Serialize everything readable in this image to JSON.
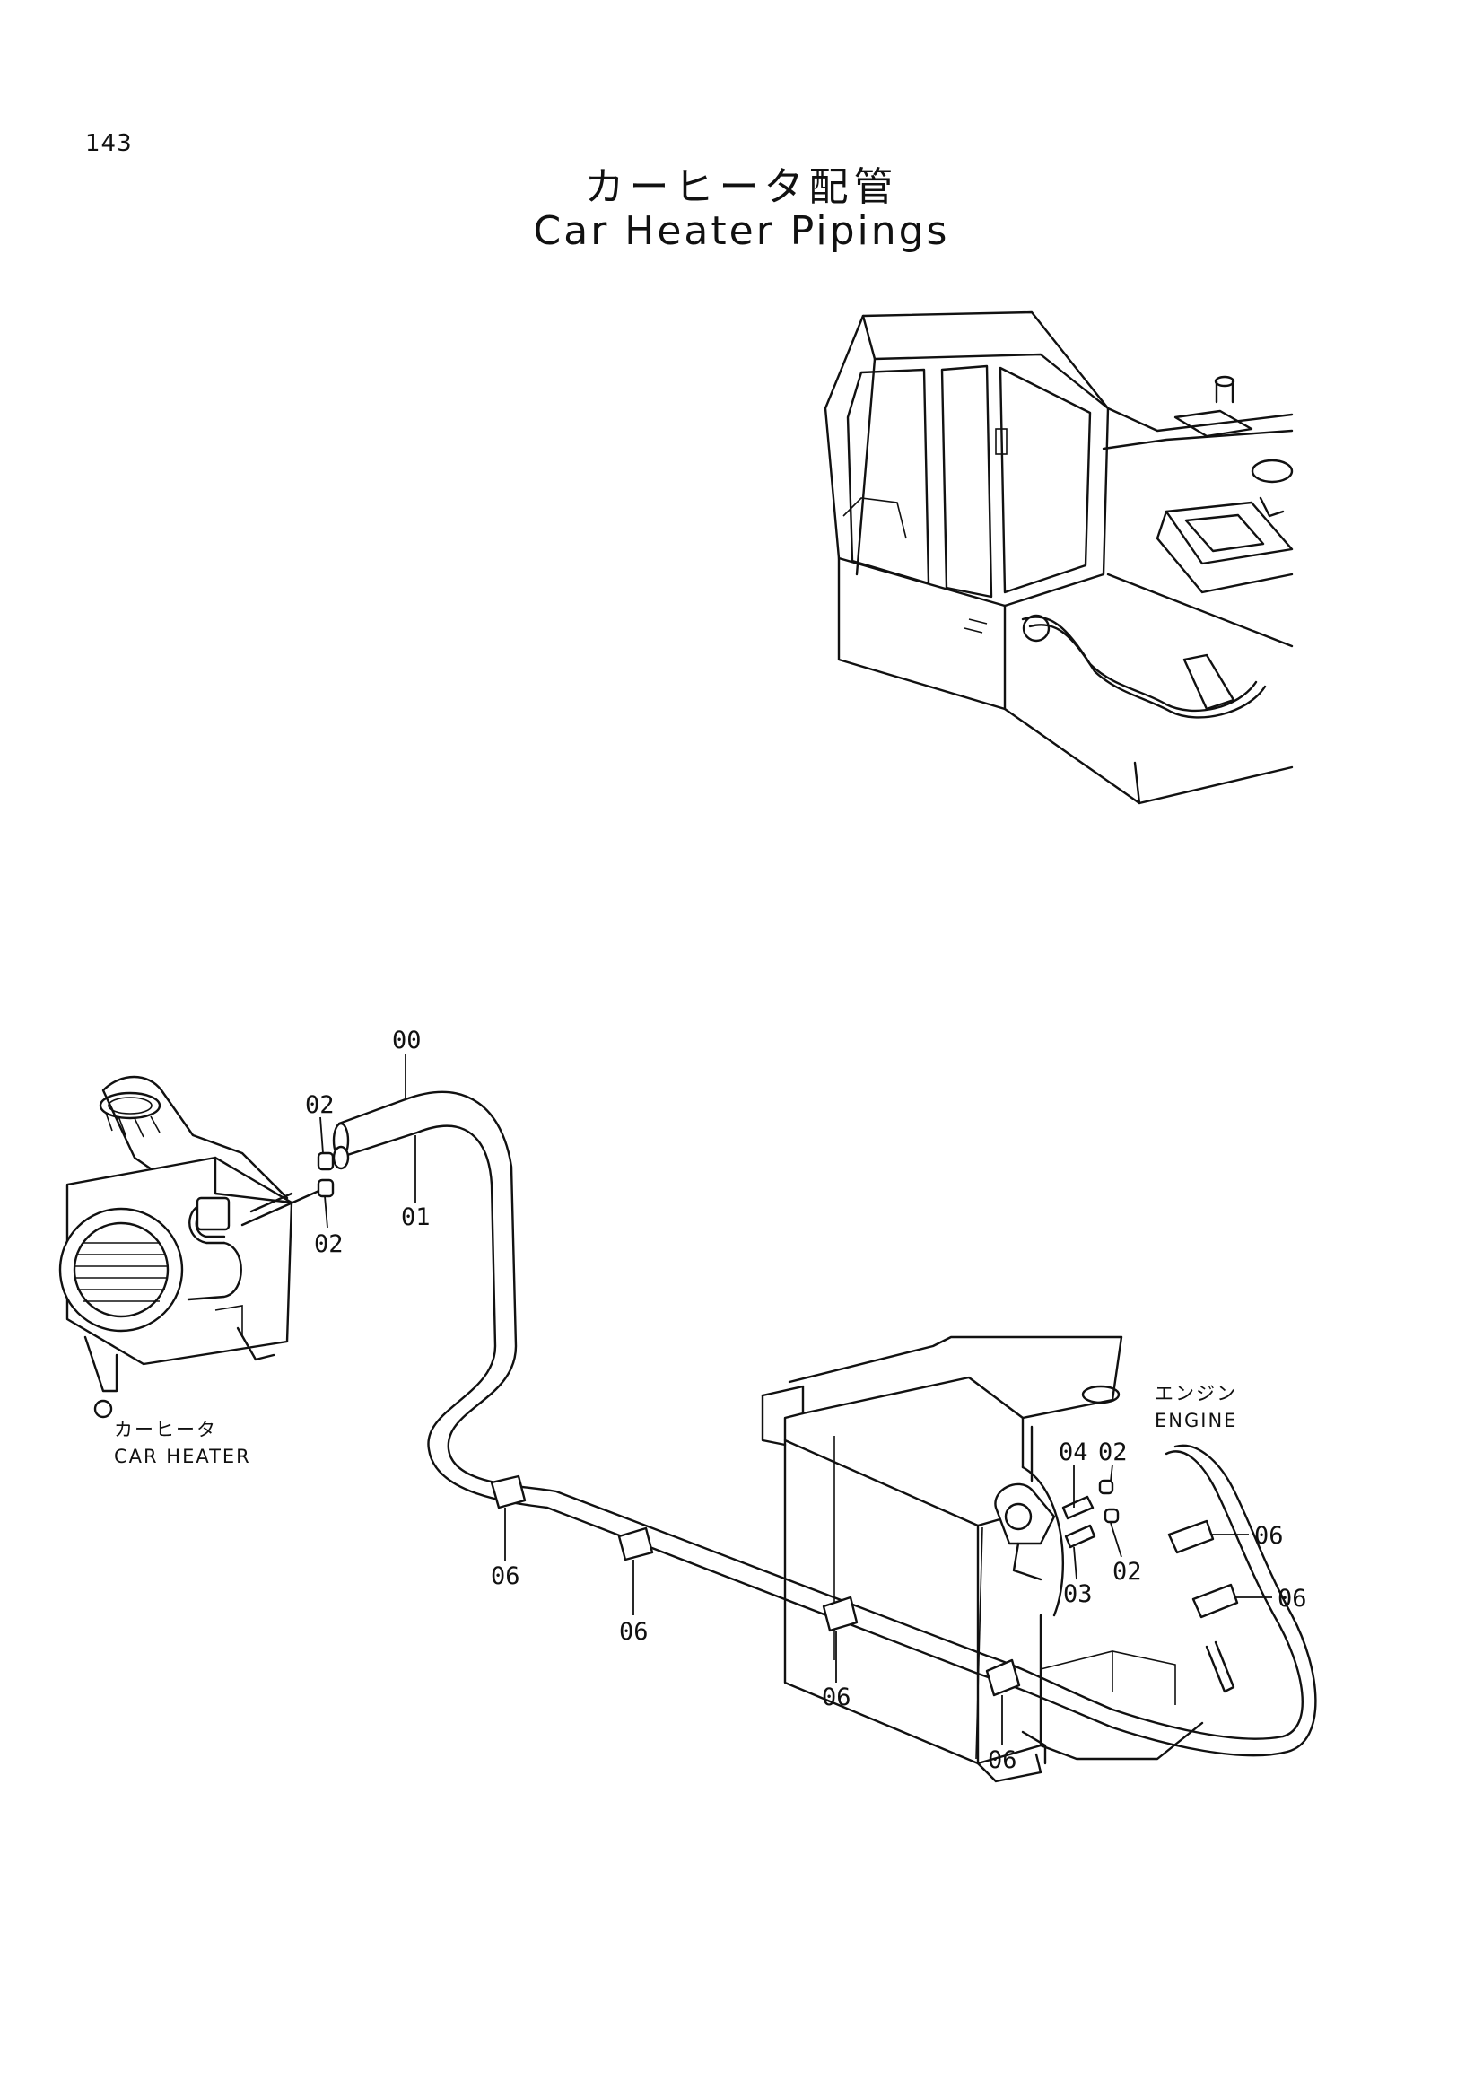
{
  "page_number": "143",
  "title": {
    "japanese": "カーヒータ配管",
    "english": "Car Heater Pipings"
  },
  "captions": {
    "car_heater_jp": "カーヒータ",
    "car_heater_en": "CAR HEATER",
    "engine_jp": "エンジン",
    "engine_en": "ENGINE"
  },
  "part_labels": {
    "hose_assembly": "00",
    "hose": "01",
    "clamp_top": "02",
    "clamp_bottom": "02",
    "engine_clamp_top": "02",
    "engine_clamp_bottom": "02",
    "fitting_top": "04",
    "fitting_bottom": "03",
    "holder_1": "06",
    "holder_2": "06",
    "holder_3": "06",
    "holder_4": "06",
    "holder_5": "06",
    "holder_6": "06"
  }
}
